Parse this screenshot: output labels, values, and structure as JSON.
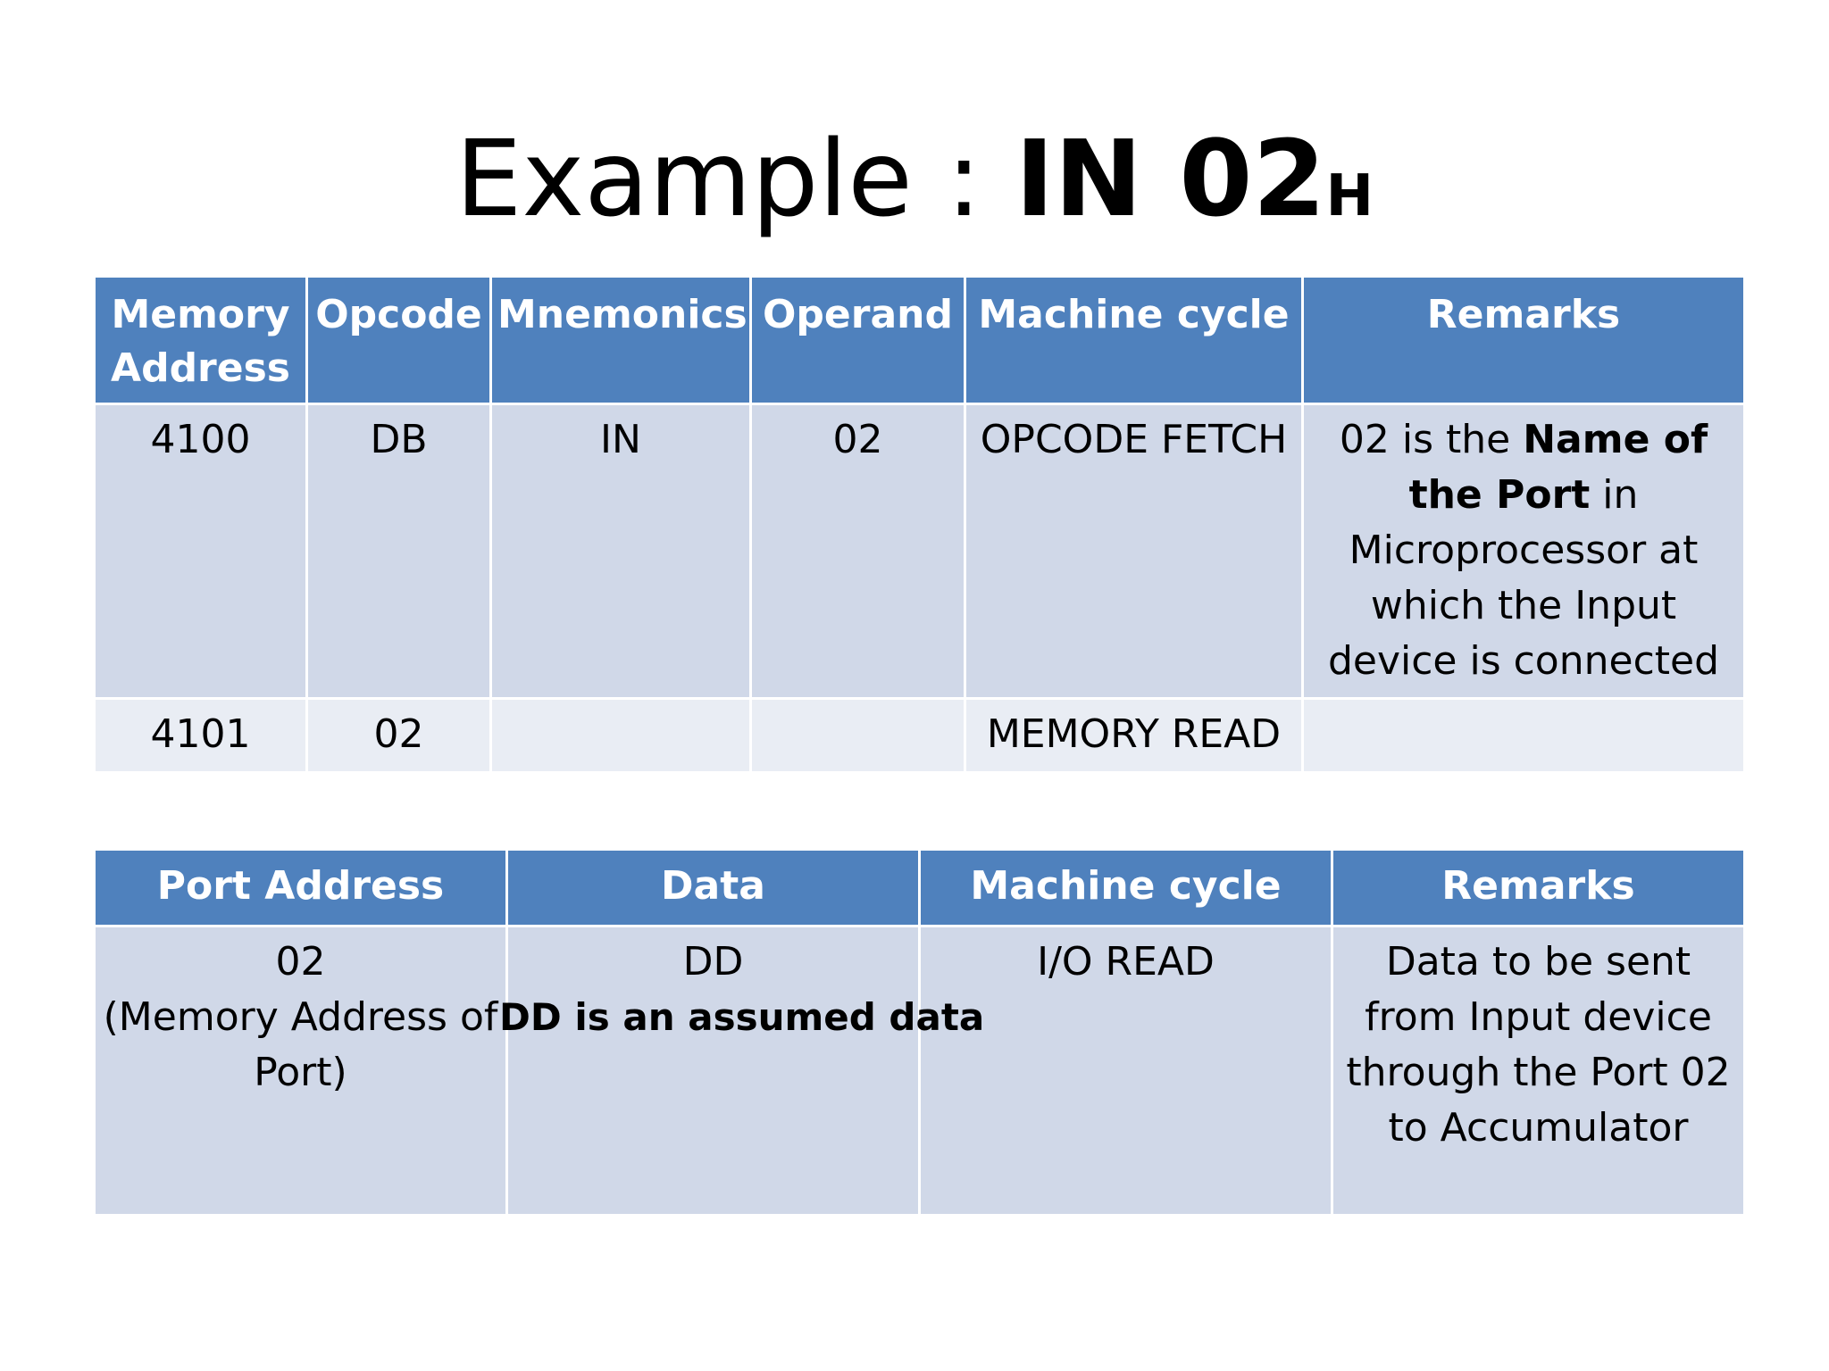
{
  "title": {
    "prefix": "Example : ",
    "bold": "IN 02",
    "subscript": "H"
  },
  "table_main": {
    "headers": [
      "Memory Address",
      "Opcode",
      "Mnemonics",
      "Operand",
      "Machine cycle",
      "Remarks"
    ],
    "rows": [
      {
        "memory_address": "4100",
        "opcode": "DB",
        "mnemonics": "IN",
        "operand": "02",
        "machine_cycle": "OPCODE FETCH",
        "remarks": {
          "part1": "02 is the ",
          "part2_bold": "Name of the Port",
          "part3": " in Microprocessor at which the Input device is connected"
        }
      },
      {
        "memory_address": "4101",
        "opcode": "02",
        "mnemonics": "",
        "operand": "",
        "machine_cycle": "MEMORY READ",
        "remarks": ""
      }
    ]
  },
  "table_port": {
    "headers": [
      "Port Address",
      "Data",
      "Machine cycle",
      "Remarks"
    ],
    "rows": [
      {
        "port_address": "02",
        "port_address_note": "(Memory Address of Port)",
        "data": "DD",
        "data_note": "DD is an assumed data",
        "machine_cycle": "I/O READ",
        "remarks": "Data to be sent from Input device through the Port 02 to Accumulator"
      }
    ]
  }
}
